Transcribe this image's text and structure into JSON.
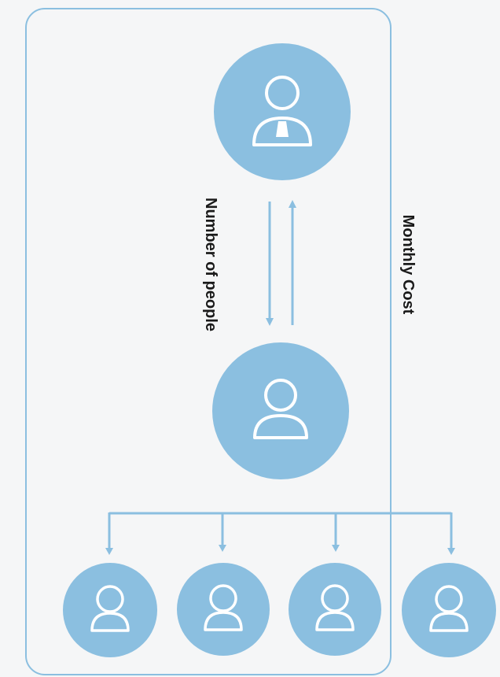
{
  "labels": {
    "number_of_people": "Number of people",
    "monthly_cost": "Monthly Cost"
  },
  "nodes": {
    "manager": {
      "role": "manager",
      "icon": "person-with-tie-icon"
    },
    "lead": {
      "role": "team-lead",
      "icon": "person-icon"
    },
    "members": [
      {
        "role": "team-member",
        "icon": "person-icon"
      },
      {
        "role": "team-member",
        "icon": "person-icon"
      },
      {
        "role": "team-member",
        "icon": "person-icon"
      },
      {
        "role": "team-member",
        "icon": "person-icon"
      }
    ]
  },
  "colors": {
    "background": "#f5f6f7",
    "circle_fill": "#8bbfe0",
    "line": "#8bbfe0",
    "icon_stroke": "#ffffff",
    "text": "#1a1a1a"
  }
}
